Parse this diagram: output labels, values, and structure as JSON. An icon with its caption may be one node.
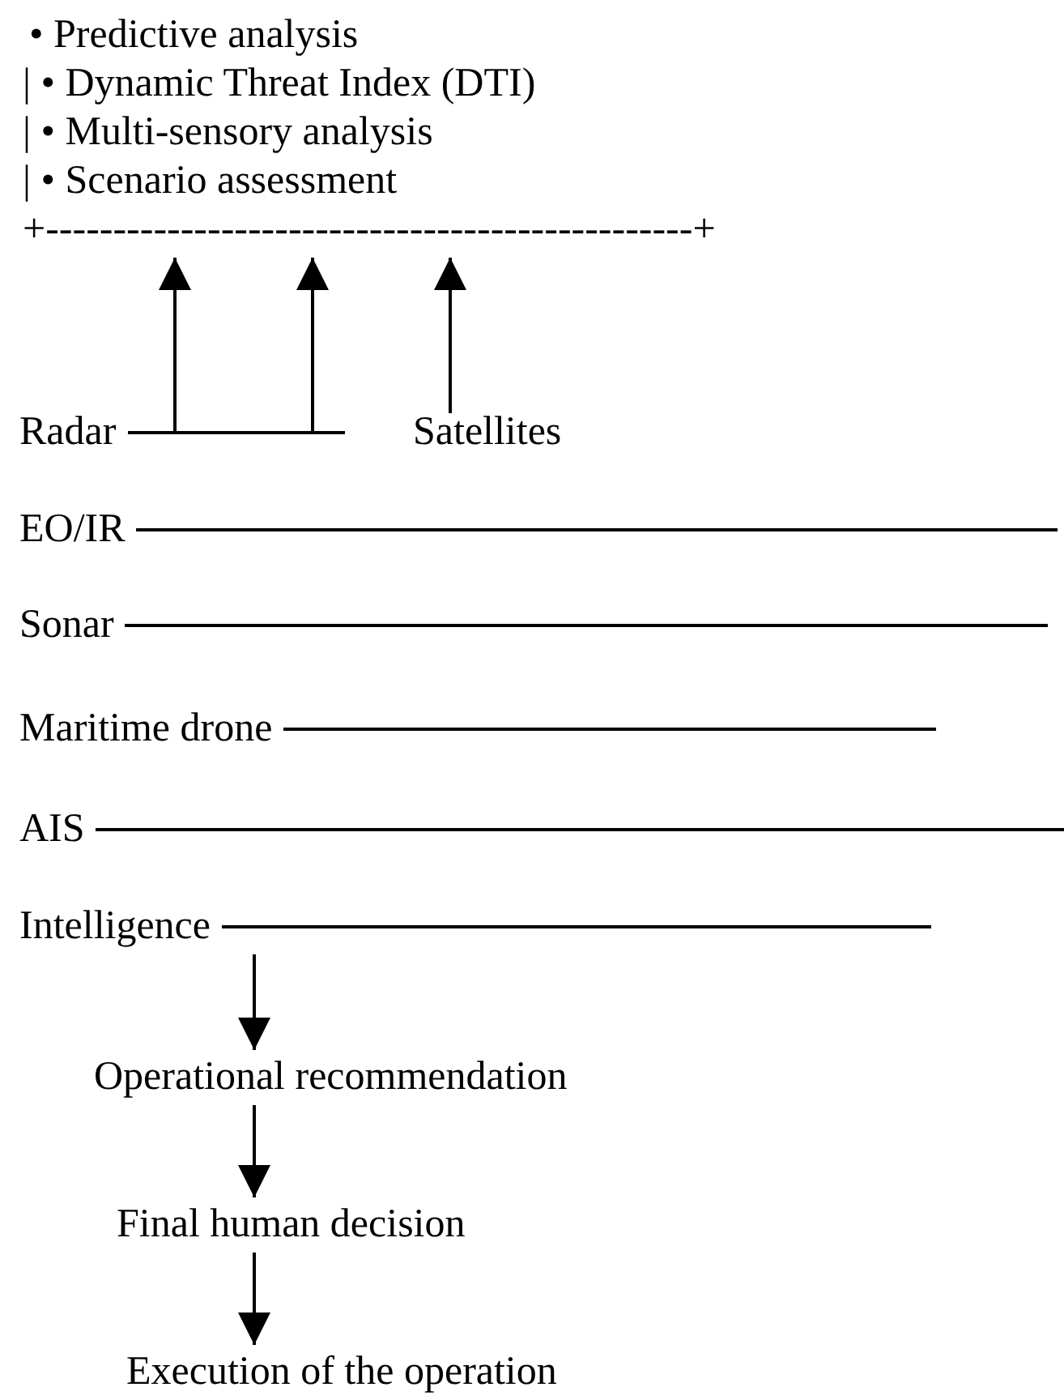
{
  "diagram": {
    "nodes": [
      {
        "text": [
          "• Predictive analysis",
          "| • Dynamic Threat Index (DTI)",
          "| • Multi-sensory analysis",
          "| • Scenario assessment",
          "+------------------------------------------------+"
        ]
      },
      {
        "text": [
          "Radar"
        ]
      },
      {
        "text": [
          "Satellites"
        ]
      },
      {
        "text": [
          "EO/IR"
        ]
      },
      {
        "text": [
          "Sonar"
        ]
      },
      {
        "text": [
          "Maritime drone"
        ]
      },
      {
        "text": [
          "AIS"
        ]
      },
      {
        "text": [
          "Intelligence"
        ]
      },
      {
        "text": [
          "Operational recommendation"
        ]
      },
      {
        "text": [
          "Final human decision"
        ]
      },
      {
        "text": [
          "Execution of the operation"
        ]
      }
    ],
    "edges": [
      {
        "from": 1,
        "to": 0,
        "arrow": "to"
      },
      {
        "from": 1,
        "to": 0,
        "arrow": "to"
      },
      {
        "from": 2,
        "to": 0,
        "arrow": "to"
      },
      {
        "from": 3,
        "to": null,
        "arrow": "none"
      },
      {
        "from": 4,
        "to": null,
        "arrow": "none"
      },
      {
        "from": 5,
        "to": null,
        "arrow": "none"
      },
      {
        "from": 6,
        "to": null,
        "arrow": "none"
      },
      {
        "from": 7,
        "to": null,
        "arrow": "none"
      },
      {
        "from": 7,
        "to": 8,
        "arrow": "to"
      },
      {
        "from": 8,
        "to": 9,
        "arrow": "to"
      },
      {
        "from": 9,
        "to": 10,
        "arrow": "to"
      }
    ]
  }
}
